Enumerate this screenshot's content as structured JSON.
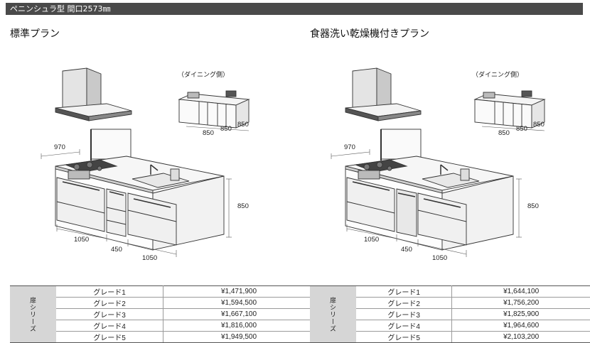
{
  "header": {
    "title": "ペニンシュラ型 間口2573㎜"
  },
  "plans": [
    {
      "title": "標準プラン",
      "dining_label": "（ダイニング側）",
      "dims": {
        "depth": "970",
        "height": "850",
        "w1": "1050",
        "w2": "450",
        "w3": "1050",
        "back1": "850",
        "back2": "850",
        "back3": "850"
      },
      "table": {
        "side_label": "扉シリーズ",
        "rows": [
          {
            "grade": "グレード1",
            "price": "¥1,471,900"
          },
          {
            "grade": "グレード2",
            "price": "¥1,594,500"
          },
          {
            "grade": "グレード3",
            "price": "¥1,667,100"
          },
          {
            "grade": "グレード4",
            "price": "¥1,816,000"
          },
          {
            "grade": "グレード5",
            "price": "¥1,949,500"
          }
        ]
      }
    },
    {
      "title": "食器洗い乾燥機付きプラン",
      "dining_label": "（ダイニング側）",
      "dims": {
        "depth": "970",
        "height": "850",
        "w1": "1050",
        "w2": "450",
        "w3": "1050",
        "back1": "850",
        "back2": "850",
        "back3": "850"
      },
      "table": {
        "side_label": "扉シリーズ",
        "rows": [
          {
            "grade": "グレード1",
            "price": "¥1,644,100"
          },
          {
            "grade": "グレード2",
            "price": "¥1,756,200"
          },
          {
            "grade": "グレード3",
            "price": "¥1,825,900"
          },
          {
            "grade": "グレード4",
            "price": "¥1,964,600"
          },
          {
            "grade": "グレード5",
            "price": "¥2,103,200"
          }
        ]
      }
    }
  ]
}
